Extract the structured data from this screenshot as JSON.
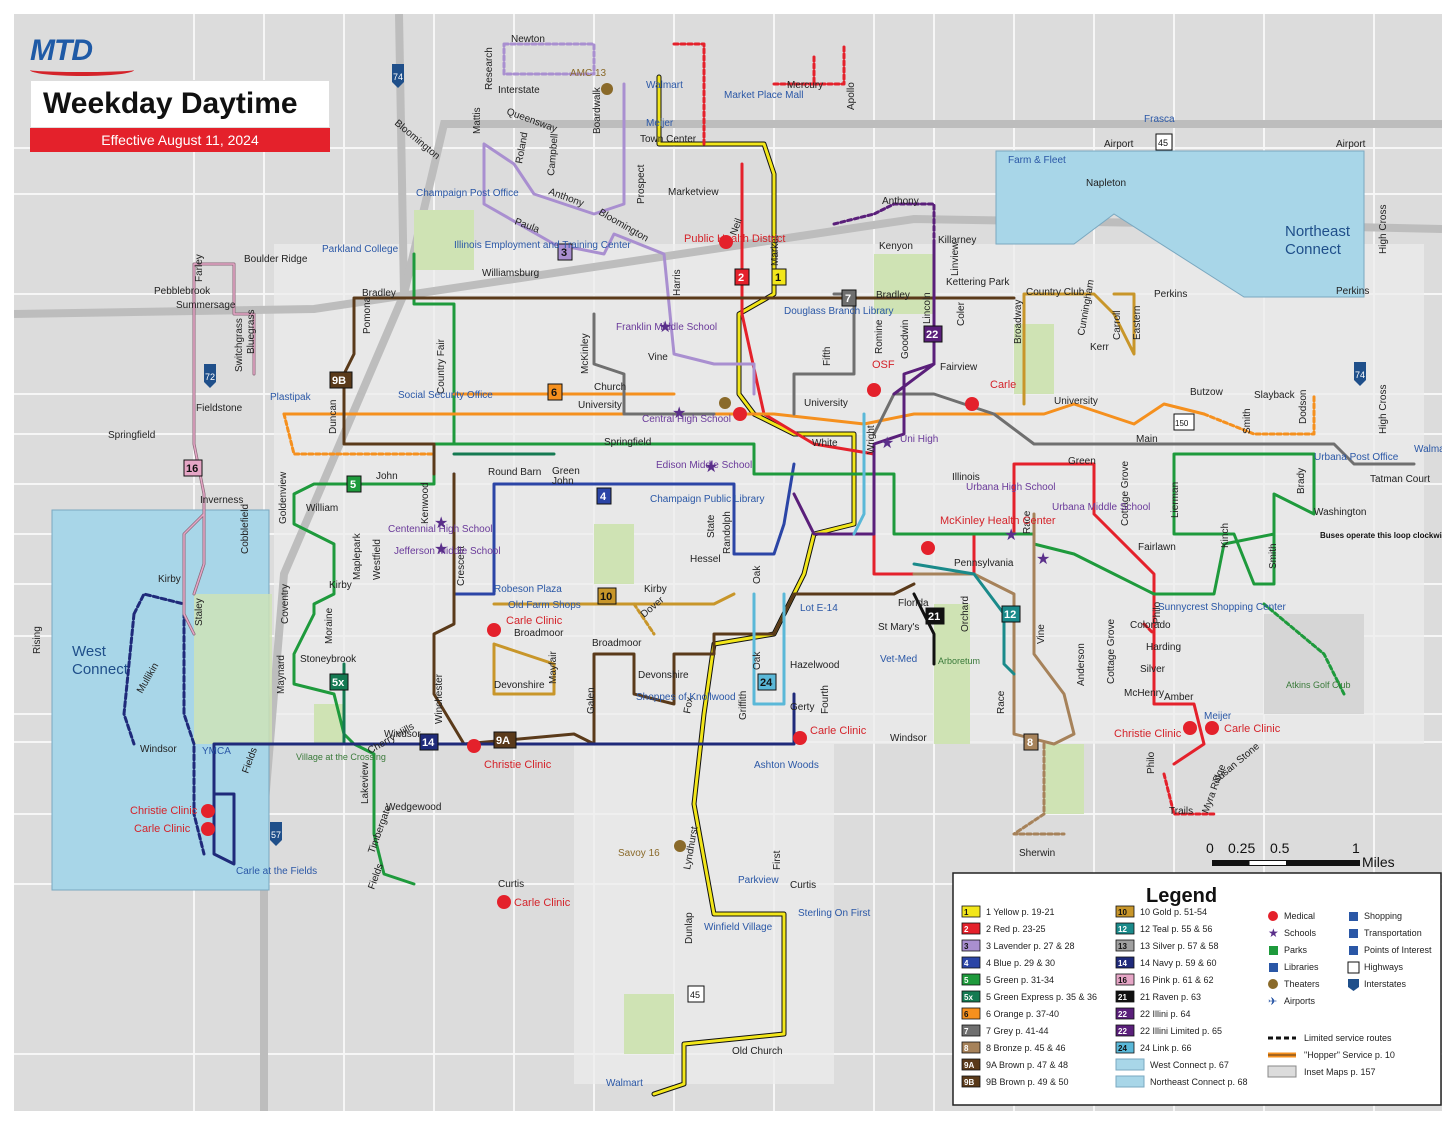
{
  "header": {
    "logo_text": "MTD",
    "title": "Weekday Daytime",
    "subtitle": "Effective August 11, 2024"
  },
  "colors": {
    "yellow": "#f2e61a",
    "red": "#e4212b",
    "lavender": "#a98fd0",
    "blue": "#2b45a6",
    "green": "#1e9a3c",
    "green_express": "#157a52",
    "orange": "#f5901e",
    "grey": "#6f6f6f",
    "bronze": "#a6825a",
    "brown": "#5a3a1a",
    "gold": "#c8962a",
    "teal": "#1a8a8a",
    "silver": "#a0a0a0",
    "navy": "#1f2a7a",
    "pink": "#e6a6c6",
    "raven": "#111111",
    "illini": "#5a1f7a",
    "link": "#5ab8d8",
    "west_connect": "#a8d6e8",
    "northeast_connect": "#a8d6e8",
    "park": "#cfe3b4",
    "street_bg": "#dcdcdc",
    "medical": "#e4212b",
    "school": "#5a2f8a"
  },
  "zones": {
    "west_connect": "West\nConnect",
    "northeast_connect": "Northeast\nConnect"
  },
  "route_tags": [
    "1",
    "2",
    "3",
    "4",
    "5",
    "5x",
    "6",
    "7",
    "8",
    "9A",
    "9B",
    "10",
    "12",
    "14",
    "16",
    "21",
    "22",
    "24"
  ],
  "streets": [
    "Newton",
    "Research",
    "Interstate",
    "Mattis",
    "Queensway",
    "Roland",
    "Campbell",
    "Boardwalk",
    "Prospect",
    "Town Center",
    "Mercury",
    "Apollo",
    "Airport",
    "Bloomington",
    "Marketview",
    "Anthony",
    "Paula",
    "Neil",
    "Market",
    "Kenyon",
    "Killarney",
    "Kettering Park",
    "Country Club",
    "Farley",
    "Boulder Ridge",
    "Pebblebrook",
    "Summersage",
    "Bradley",
    "Williamsburg",
    "Harris",
    "Pomona",
    "McKinley",
    "Fifth",
    "Romine",
    "Goodwin",
    "Lincoln",
    "Coler",
    "Linview",
    "Broadway",
    "Cunningham",
    "Carroll",
    "Eastern",
    "Kerr",
    "Perkins",
    "High Cross",
    "Switchgrass",
    "Bluegrass",
    "Duncan",
    "Country Fair",
    "Vine",
    "Church",
    "University",
    "Fairview",
    "Butzow",
    "Slayback",
    "Dodson",
    "Fieldstone",
    "Springfield",
    "White",
    "Wright",
    "Main",
    "Smith",
    "Tatman Court",
    "Round Barn",
    "Green",
    "John",
    "Illinois",
    "Goldenview",
    "William",
    "Maplepark",
    "Westfield",
    "Kenwood",
    "Crescent",
    "State",
    "Randolph",
    "Hessel",
    "Race",
    "Cottage Grove",
    "Lierman",
    "Kinch",
    "Brady",
    "Washington",
    "Inverness",
    "Cobblefield",
    "Kirby",
    "Dover",
    "Broadmoor",
    "Fairlawn",
    "Pennsylvania",
    "Florida",
    "Orchard",
    "St Mary's",
    "Colorado",
    "Harding",
    "Philo",
    "Rising",
    "Staley",
    "Mullikin",
    "Moraine",
    "Coventry",
    "Maynard",
    "Stoneybrook",
    "Winchester",
    "Devonshire",
    "Mayfair",
    "Galen",
    "Hazelwood",
    "Fourth",
    "Gerty",
    "Griffith",
    "Oak",
    "Anderson",
    "Silver",
    "McHenry",
    "Amber",
    "Windsor",
    "Fields",
    "Cherry Hills",
    "Lakeview",
    "Wedgewood",
    "Timbergate",
    "Fox",
    "Lyndhurst",
    "Myra Ridge",
    "Susan Stone",
    "Trails",
    "Curtis",
    "Dunlap",
    "First",
    "Old Church",
    "Sherwin"
  ],
  "places": {
    "poi": [
      "Walmart",
      "Meijer",
      "Market Place Mall",
      "Champaign Post Office",
      "Parkland College",
      "Illinois Employment and Training Center",
      "Public Health District",
      "Douglass Branch Library",
      "Farm & Fleet",
      "Napleton",
      "Frasca",
      "Plastipak",
      "Social Security Office",
      "Champaign Public Library",
      "Urbana Post Office",
      "Robeson Plaza",
      "Old Farm Shops",
      "Sunnycrest Shopping Center",
      "Vet-Med",
      "Arboretum",
      "Shoppes of Knollwood",
      "Ashton Woods",
      "Village at the Crossing",
      "YMCA",
      "Carle at the Fields",
      "Parkview",
      "Winfield Village",
      "Sterling On First",
      "Lot E-14",
      "Atkins Golf Club"
    ],
    "schools": [
      "Franklin Middle School",
      "Central High School",
      "Edison Middle School",
      "Centennial High School",
      "Jefferson Middle School",
      "Uni High",
      "Urbana High School",
      "Urbana Middle School"
    ],
    "medical": [
      "OSF",
      "Carle",
      "McKinley Health Center",
      "Carle Clinic",
      "Christie Clinic",
      "Carle Clinic",
      "Christie Clinic",
      "Carle Clinic",
      "Carle Clinic",
      "Carle Clinic",
      "Christie Clinic"
    ],
    "theaters": [
      "AMC 13",
      "Savoy 16"
    ]
  },
  "highways": [
    "74",
    "72",
    "57",
    "45",
    "150",
    "45",
    "74"
  ],
  "note": "Buses operate this loop clockwise before noon and counter-clockwise after noon.",
  "scale": {
    "labels": [
      "0",
      "0.25",
      "0.5",
      "1"
    ],
    "unit": "Miles"
  },
  "legend": {
    "title": "Legend",
    "routes": [
      {
        "tag": "1",
        "text": "1 Yellow p. 19-21",
        "color": "#f2e61a",
        "fg": "#111"
      },
      {
        "tag": "2",
        "text": "2 Red p. 23-25",
        "color": "#e4212b",
        "fg": "#fff"
      },
      {
        "tag": "3",
        "text": "3 Lavender p. 27 & 28",
        "color": "#a98fd0",
        "fg": "#111"
      },
      {
        "tag": "4",
        "text": "4 Blue p. 29 & 30",
        "color": "#2b45a6",
        "fg": "#fff"
      },
      {
        "tag": "5",
        "text": "5 Green p. 31-34",
        "color": "#1e9a3c",
        "fg": "#fff"
      },
      {
        "tag": "5x",
        "text": "5 Green Express p. 35 & 36",
        "color": "#157a52",
        "fg": "#fff"
      },
      {
        "tag": "6",
        "text": "6 Orange p. 37-40",
        "color": "#f5901e",
        "fg": "#111"
      },
      {
        "tag": "7",
        "text": "7 Grey p. 41-44",
        "color": "#6f6f6f",
        "fg": "#fff"
      },
      {
        "tag": "8",
        "text": "8 Bronze p. 45 & 46",
        "color": "#a6825a",
        "fg": "#fff"
      },
      {
        "tag": "9A",
        "text": "9A Brown p. 47 & 48",
        "color": "#5a3a1a",
        "fg": "#fff"
      },
      {
        "tag": "9B",
        "text": "9B Brown p. 49 & 50",
        "color": "#5a3a1a",
        "fg": "#fff"
      },
      {
        "tag": "10",
        "text": "10 Gold p. 51-54",
        "color": "#c8962a",
        "fg": "#111"
      },
      {
        "tag": "12",
        "text": "12 Teal p. 55 & 56",
        "color": "#1a8a8a",
        "fg": "#fff"
      },
      {
        "tag": "13",
        "text": "13 Silver p. 57 & 58",
        "color": "#a0a0a0",
        "fg": "#111"
      },
      {
        "tag": "14",
        "text": "14 Navy p. 59 & 60",
        "color": "#1f2a7a",
        "fg": "#fff"
      },
      {
        "tag": "16",
        "text": "16 Pink p. 61 & 62",
        "color": "#e6a6c6",
        "fg": "#111"
      },
      {
        "tag": "21",
        "text": "21 Raven p. 63",
        "color": "#111111",
        "fg": "#fff"
      },
      {
        "tag": "22",
        "text": "22 Illini p. 64",
        "color": "#5a1f7a",
        "fg": "#fff"
      },
      {
        "tag": "22",
        "text": "22 Illini Limited p. 65",
        "color": "#5a1f7a",
        "fg": "#fff"
      },
      {
        "tag": "24",
        "text": "24 Link p. 66",
        "color": "#5ab8d8",
        "fg": "#111"
      }
    ],
    "zones": [
      {
        "text": "West Connect p. 67",
        "color": "#a8d6e8"
      },
      {
        "text": "Northeast Connect p. 68",
        "color": "#a8d6e8"
      }
    ],
    "symbols": [
      {
        "type": "medical",
        "text": "Medical"
      },
      {
        "type": "school",
        "text": "Schools"
      },
      {
        "type": "park",
        "text": "Parks"
      },
      {
        "type": "library",
        "text": "Libraries"
      },
      {
        "type": "theater",
        "text": "Theaters"
      },
      {
        "type": "airport",
        "text": "Airports"
      },
      {
        "type": "shopping",
        "text": "Shopping"
      },
      {
        "type": "transport",
        "text": "Transportation"
      },
      {
        "type": "poi",
        "text": "Points of Interest"
      },
      {
        "type": "highway",
        "text": "Highways"
      },
      {
        "type": "interstate",
        "text": "Interstates"
      }
    ],
    "line_styles": [
      {
        "text": "Limited service routes"
      },
      {
        "text": "\"Hopper\" Service p. 10"
      },
      {
        "text": "Inset Maps p. 157"
      }
    ]
  }
}
